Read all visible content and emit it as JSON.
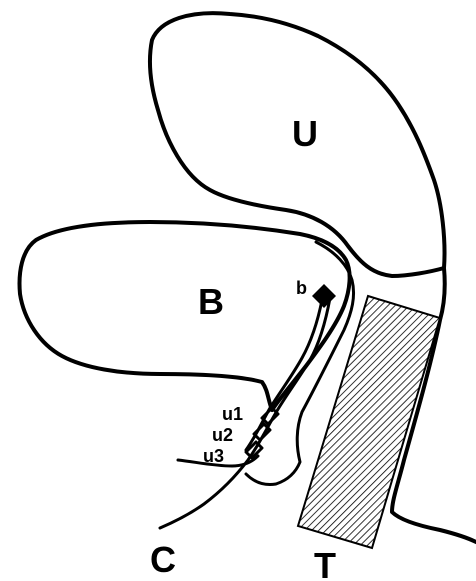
{
  "labels": {
    "U": "U",
    "B": "B",
    "b": "b",
    "C": "C",
    "T": "T",
    "u1": "u1",
    "u2": "u2",
    "u3": "u3"
  },
  "colors": {
    "ink": "#000000",
    "hatch": "#000000",
    "background": "#ffffff"
  }
}
